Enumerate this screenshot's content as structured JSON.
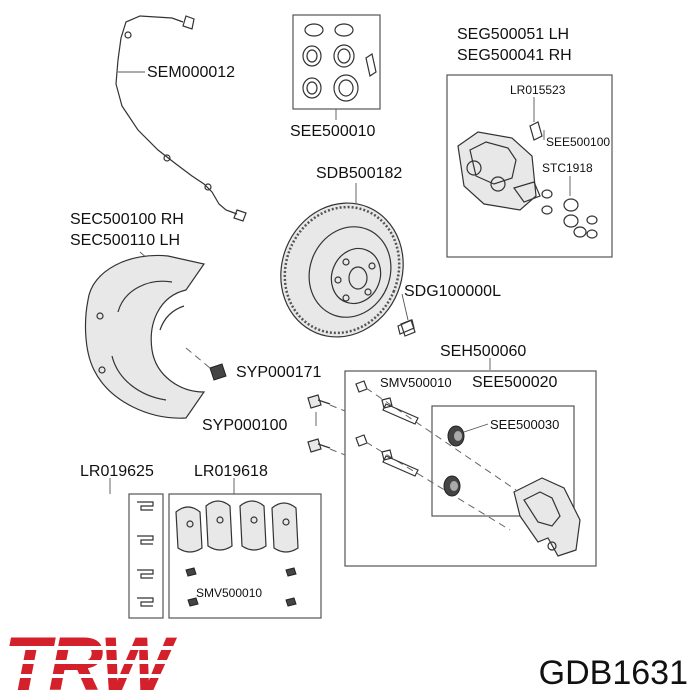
{
  "labels": {
    "sem000012": "SEM000012",
    "see500010": "SEE500010",
    "seg500051": "SEG500051 LH",
    "seg500041": "SEG500041 RH",
    "lr015523": "LR015523",
    "see500100": "SEE500100",
    "stc1918": "STC1918",
    "sdb500182": "SDB500182",
    "sec500100": "SEC500100 RH",
    "sec500110": "SEC500110 LH",
    "sdg100000l": "SDG100000L",
    "seh500060": "SEH500060",
    "syp000171": "SYP000171",
    "smv500010_top": "SMV500010",
    "see500020": "SEE500020",
    "see500030": "SEE500030",
    "syp000100": "SYP000100",
    "lr019625": "LR019625",
    "lr019618": "LR019618",
    "smv500010_bottom": "SMV500010"
  },
  "brand": {
    "logo_text": "TRW",
    "logo_color": "#d3202a"
  },
  "part_number": "GDB1631"
}
